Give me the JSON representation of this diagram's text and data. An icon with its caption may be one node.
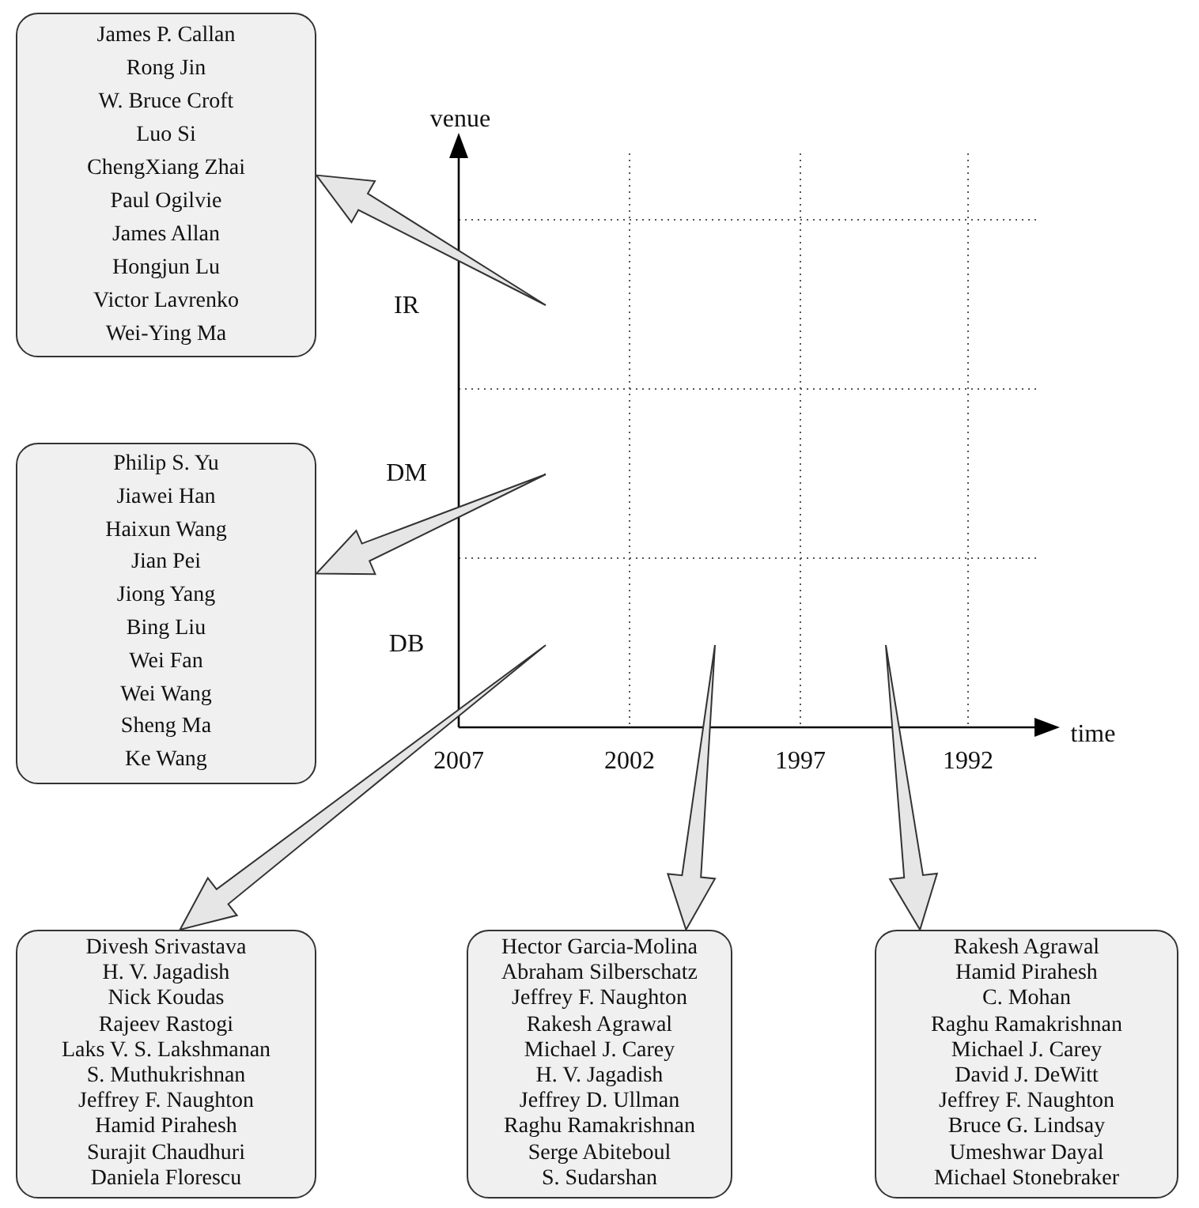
{
  "diagram": {
    "nodes": [
      {
        "text": [
          "James P. Callan",
          "Rong Jin",
          "W. Bruce Croft",
          "Luo Si",
          "ChengXiang Zhai",
          "Paul Ogilvie",
          "James Allan",
          "Hongjun Lu",
          "Victor Lavrenko",
          "Wei-Ying Ma"
        ]
      },
      {
        "text": [
          "Philip S. Yu",
          "Jiawei Han",
          "Haixun Wang",
          "Jian Pei",
          "Jiong Yang",
          "Bing Liu",
          "Wei Fan",
          "Wei Wang",
          "Sheng Ma",
          "Ke Wang"
        ]
      },
      {
        "text": [
          "Divesh Srivastava",
          "H. V. Jagadish",
          "Nick Koudas",
          "Rajeev Rastogi",
          "Laks V. S. Lakshmanan",
          "S. Muthukrishnan",
          "Jeffrey F. Naughton",
          "Hamid Pirahesh",
          "Surajit Chaudhuri",
          "Daniela Florescu"
        ]
      },
      {
        "text": [
          "Hector Garcia-Molina",
          "Abraham Silberschatz",
          "Jeffrey F. Naughton",
          "Rakesh Agrawal",
          "Michael J. Carey",
          "H. V. Jagadish",
          "Jeffrey D. Ullman",
          "Raghu Ramakrishnan",
          "Serge Abiteboul",
          "S. Sudarshan"
        ]
      },
      {
        "text": [
          "Rakesh Agrawal",
          "Hamid Pirahesh",
          "C. Mohan",
          "Raghu Ramakrishnan",
          "Michael J. Carey",
          "David J. DeWitt",
          "Jeffrey F. Naughton",
          "Bruce G. Lindsay",
          "Umeshwar Dayal",
          "Michael Stonebraker"
        ]
      }
    ],
    "edges": [
      {
        "from": null,
        "to": 0,
        "arrow": "to"
      },
      {
        "from": null,
        "to": 1,
        "arrow": "to"
      },
      {
        "from": null,
        "to": 2,
        "arrow": "to"
      },
      {
        "from": null,
        "to": 3,
        "arrow": "to"
      },
      {
        "from": null,
        "to": 4,
        "arrow": "to"
      }
    ],
    "labels": [
      "venue",
      "IR",
      "DM",
      "DB",
      "time",
      "2007",
      "2002",
      "1997",
      "1992"
    ]
  }
}
